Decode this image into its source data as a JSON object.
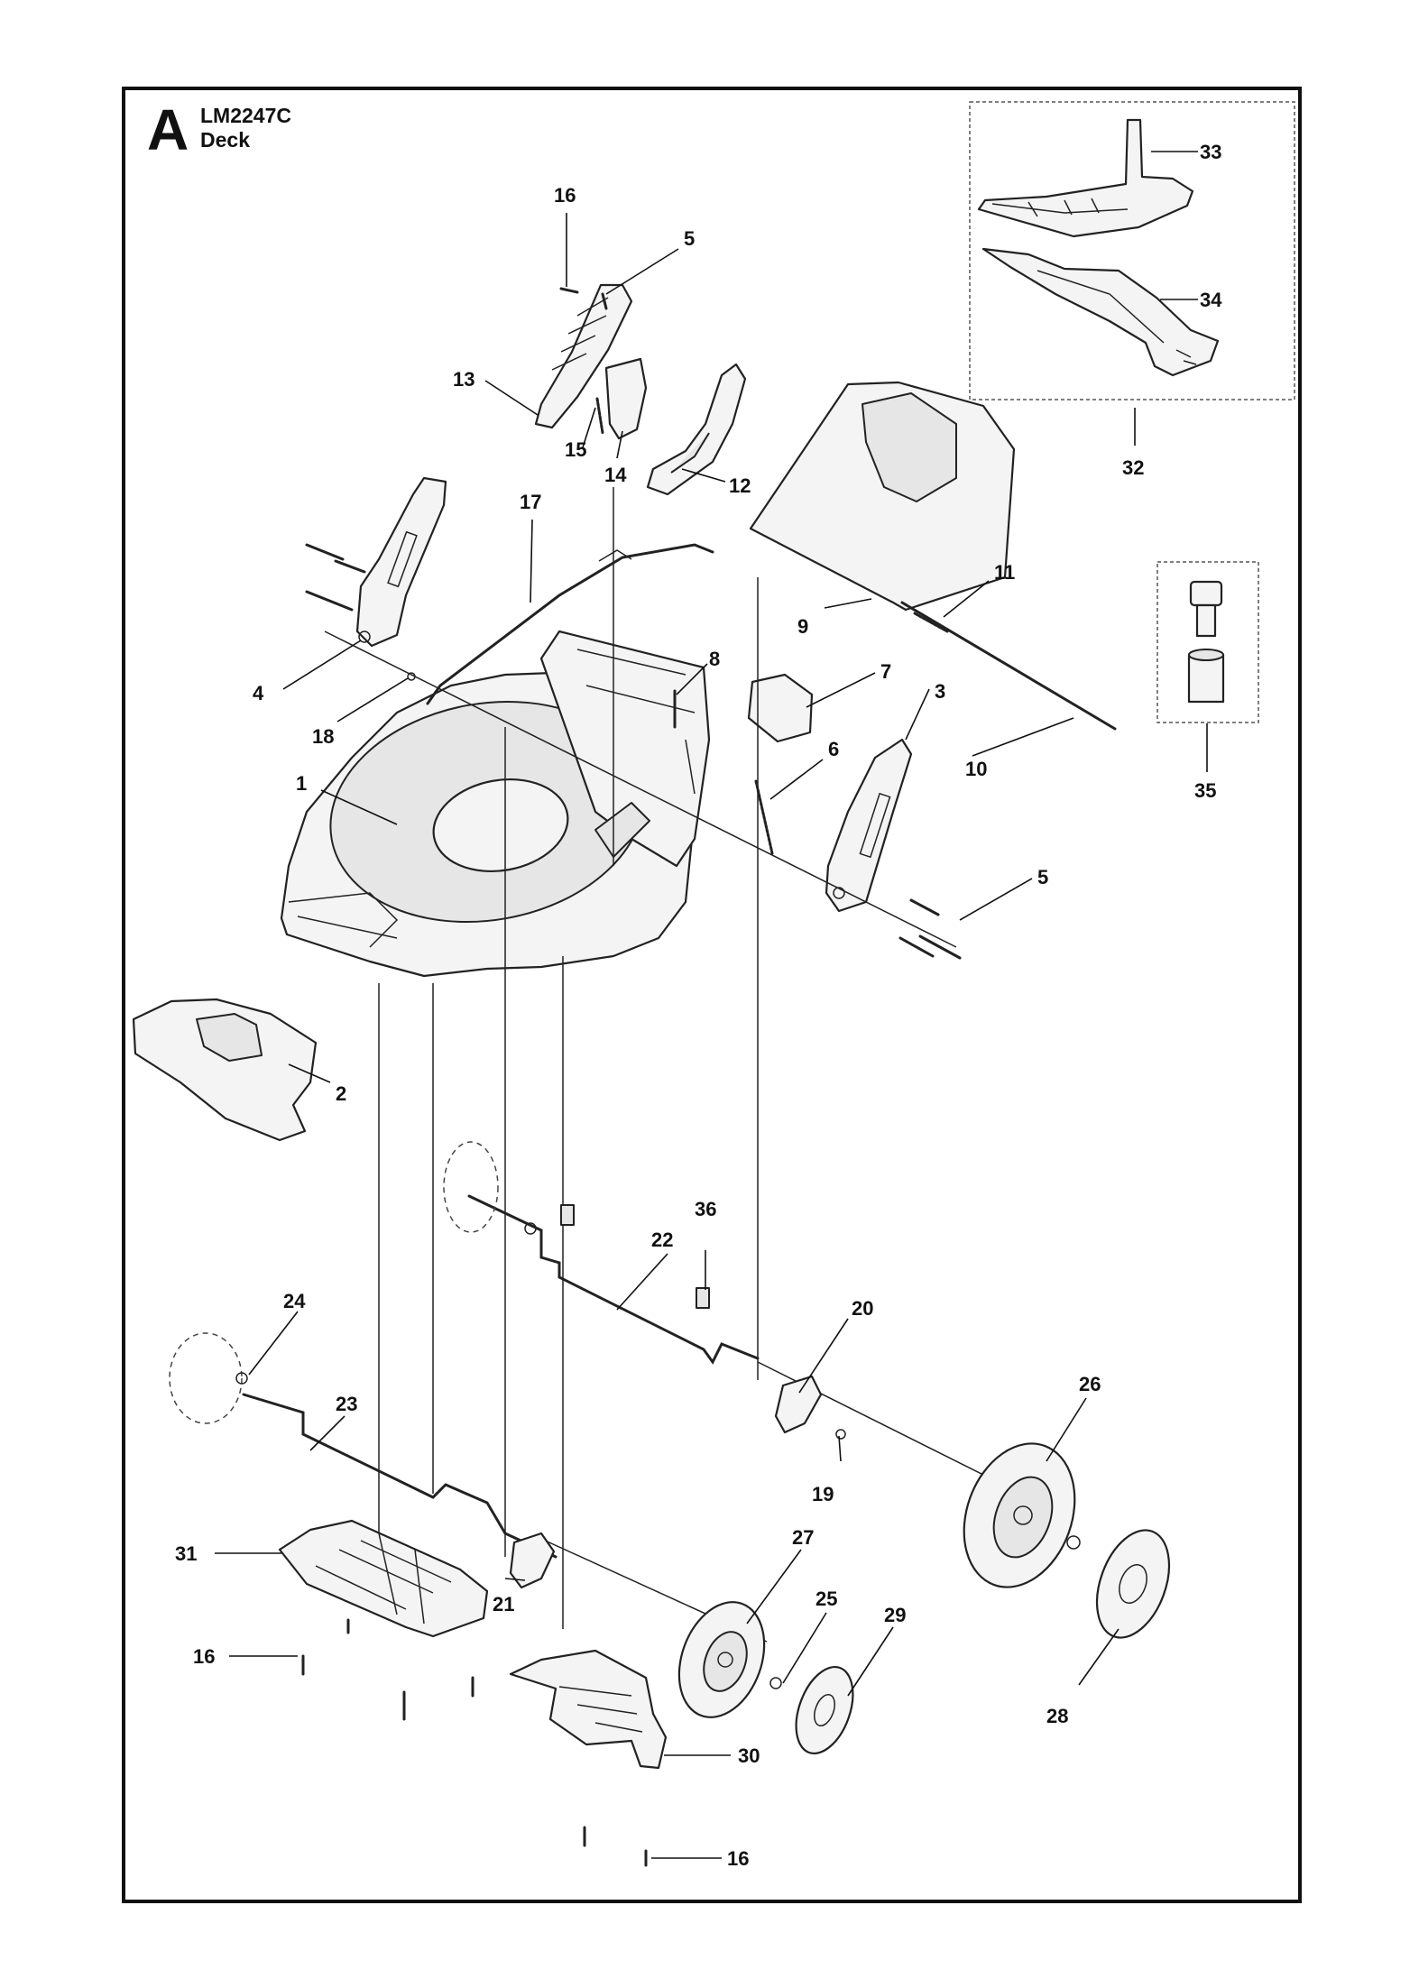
{
  "header": {
    "section_letter": "A",
    "model": "LM2247C",
    "title": "Deck"
  },
  "callouts": [
    {
      "id": "1",
      "label": "1"
    },
    {
      "id": "2",
      "label": "2"
    },
    {
      "id": "3",
      "label": "3"
    },
    {
      "id": "4",
      "label": "4"
    },
    {
      "id": "5a",
      "label": "5"
    },
    {
      "id": "5b",
      "label": "5"
    },
    {
      "id": "6",
      "label": "6"
    },
    {
      "id": "7",
      "label": "7"
    },
    {
      "id": "8",
      "label": "8"
    },
    {
      "id": "9",
      "label": "9"
    },
    {
      "id": "10",
      "label": "10"
    },
    {
      "id": "11",
      "label": "11"
    },
    {
      "id": "12",
      "label": "12"
    },
    {
      "id": "13",
      "label": "13"
    },
    {
      "id": "14",
      "label": "14"
    },
    {
      "id": "15",
      "label": "15"
    },
    {
      "id": "16a",
      "label": "16"
    },
    {
      "id": "16b",
      "label": "16"
    },
    {
      "id": "16c",
      "label": "16"
    },
    {
      "id": "17",
      "label": "17"
    },
    {
      "id": "18",
      "label": "18"
    },
    {
      "id": "19",
      "label": "19"
    },
    {
      "id": "20",
      "label": "20"
    },
    {
      "id": "21",
      "label": "21"
    },
    {
      "id": "22",
      "label": "22"
    },
    {
      "id": "23",
      "label": "23"
    },
    {
      "id": "24",
      "label": "24"
    },
    {
      "id": "25",
      "label": "25"
    },
    {
      "id": "26",
      "label": "26"
    },
    {
      "id": "27",
      "label": "27"
    },
    {
      "id": "28",
      "label": "28"
    },
    {
      "id": "29",
      "label": "29"
    },
    {
      "id": "30",
      "label": "30"
    },
    {
      "id": "31",
      "label": "31"
    },
    {
      "id": "32",
      "label": "32"
    },
    {
      "id": "33",
      "label": "33"
    },
    {
      "id": "34",
      "label": "34"
    },
    {
      "id": "35",
      "label": "35"
    },
    {
      "id": "36",
      "label": "36"
    }
  ]
}
